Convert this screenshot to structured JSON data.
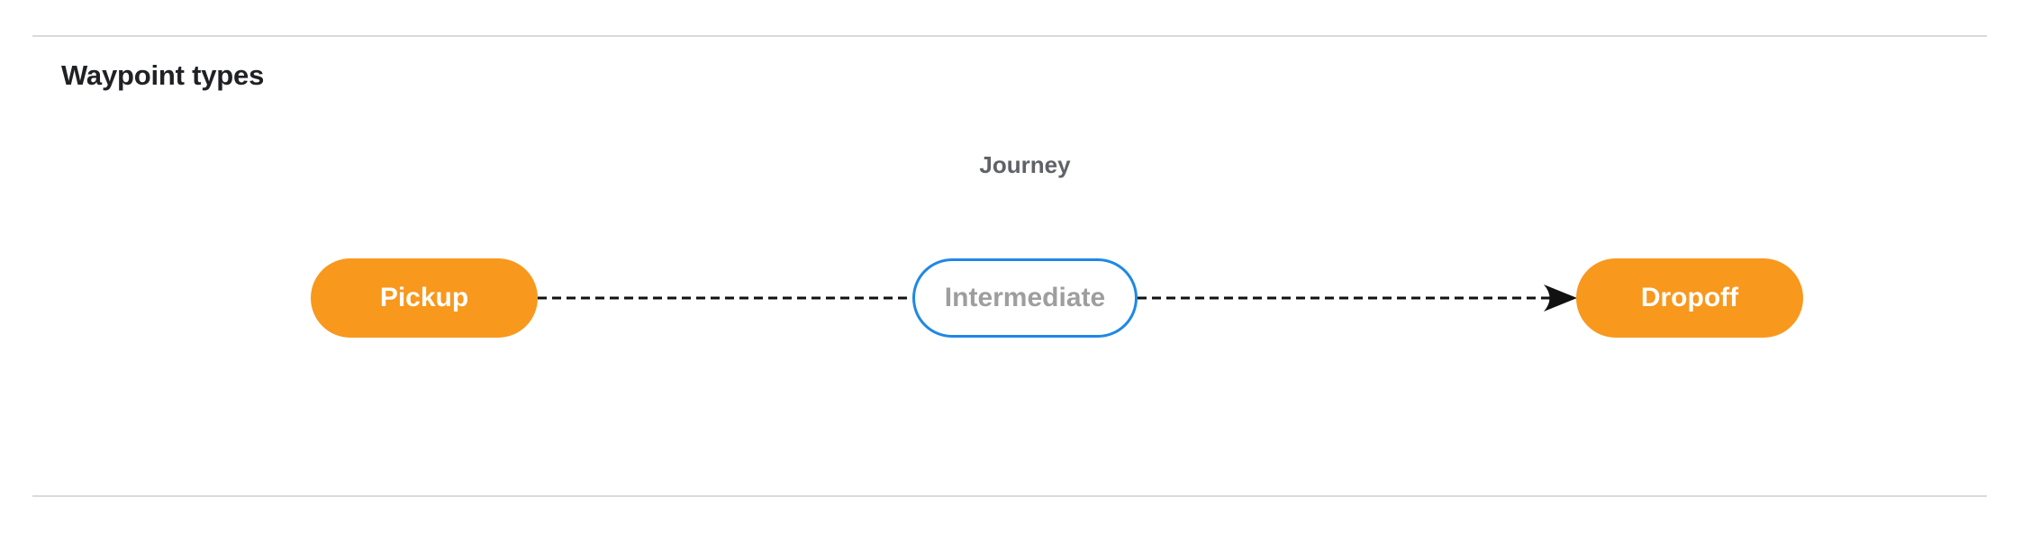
{
  "section": {
    "heading": "Waypoint types"
  },
  "diagram": {
    "title": "Journey",
    "nodes": [
      {
        "id": "pickup",
        "label": "Pickup",
        "kind": "terminal"
      },
      {
        "id": "intermediate",
        "label": "Intermediate",
        "kind": "intermediate"
      },
      {
        "id": "dropoff",
        "label": "Dropoff",
        "kind": "terminal"
      }
    ],
    "edges": [
      {
        "from": "pickup",
        "to": "intermediate",
        "style": "dashed",
        "arrowhead": false
      },
      {
        "from": "intermediate",
        "to": "dropoff",
        "style": "dashed",
        "arrowhead": true
      }
    ],
    "colors": {
      "terminal_fill": "#F8981D",
      "terminal_text": "#FFFFFF",
      "intermediate_fill": "#FFFFFF",
      "intermediate_border": "#1E88E5",
      "intermediate_text": "#9E9E9E",
      "edge": "#111111",
      "divider": "#DADADA",
      "heading_text": "#202124",
      "title_text": "#5F6368"
    }
  }
}
